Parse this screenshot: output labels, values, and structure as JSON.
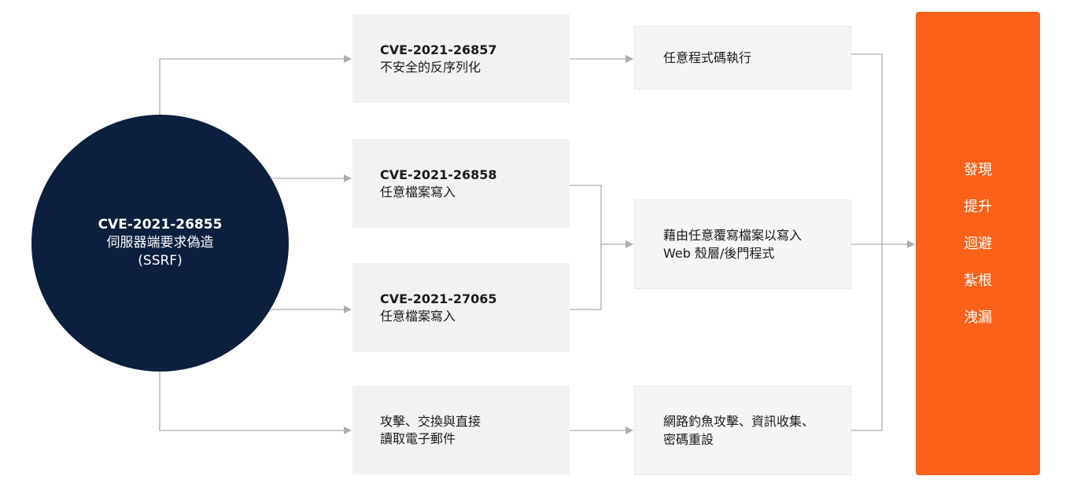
{
  "root": {
    "cve": "CVE-2021-26855",
    "desc_line1": "伺服器端要求偽造",
    "desc_line2": "(SSRF)"
  },
  "vulnerabilities": [
    {
      "cve": "CVE-2021-26857",
      "desc": "不安全的反序列化"
    },
    {
      "cve": "CVE-2021-26858",
      "desc": "任意檔案寫入"
    },
    {
      "cve": "CVE-2021-27065",
      "desc": "任意檔案寫入"
    },
    {
      "cve": "",
      "desc_line1": "攻擊、交換與直接",
      "desc_line2": "讀取電子郵件"
    }
  ],
  "impacts": [
    {
      "line1": "任意程式碼執行",
      "line2": ""
    },
    {
      "line1": "藉由任意覆寫檔案以寫入",
      "line2": "Web 殼層/後門程式"
    },
    {
      "line1": "網路釣魚攻擊、資訊收集、",
      "line2": "密碼重設"
    }
  ],
  "outcome": {
    "items": [
      "發現",
      "提升",
      "迴避",
      "紮根",
      "洩漏"
    ]
  },
  "colors": {
    "root_circle": "#0c1f3c",
    "outcome_box": "#fb6119",
    "box_fill": "#f2f2f2",
    "connector": "#a9adb3"
  }
}
